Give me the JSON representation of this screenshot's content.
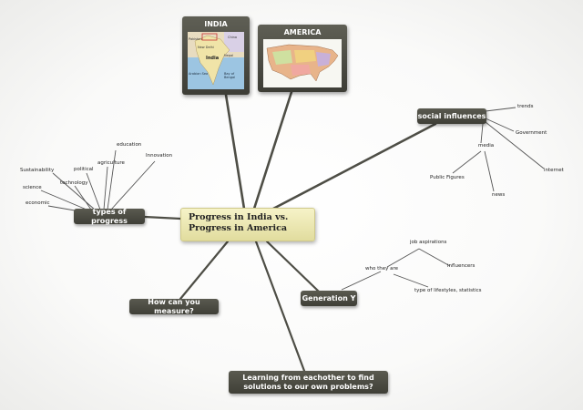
{
  "center": {
    "label": "Progress in India vs. Progress in America"
  },
  "nodes": {
    "india": "INDIA",
    "america": "AMERICA",
    "social_influences": "social influences",
    "types_of_progress": "types of progress",
    "how_measure": "How can you measure?",
    "generation_y": "Generation Y",
    "learning": "Learning from eachother to find solutions to our own problems?"
  },
  "leaves": {
    "social": [
      "trends",
      "Government",
      "media",
      "internet",
      "Public Figures",
      "news"
    ],
    "types": [
      "education",
      "Innovation",
      "agriculture",
      "political",
      "Sustainability",
      "technology",
      "science",
      "economic"
    ],
    "gen_y": [
      "job aspirations",
      "influencers",
      "who they are",
      "type of lifestyles, statistics"
    ]
  },
  "india_map_labels": [
    "Pakistan",
    "New Delhi",
    "China",
    "India",
    "Nepal",
    "Bay of Bengal",
    "Arabian Sea"
  ],
  "colors": {
    "node": "#4a4a42",
    "line": "#4e4e46",
    "center": "#ebe7b3"
  }
}
